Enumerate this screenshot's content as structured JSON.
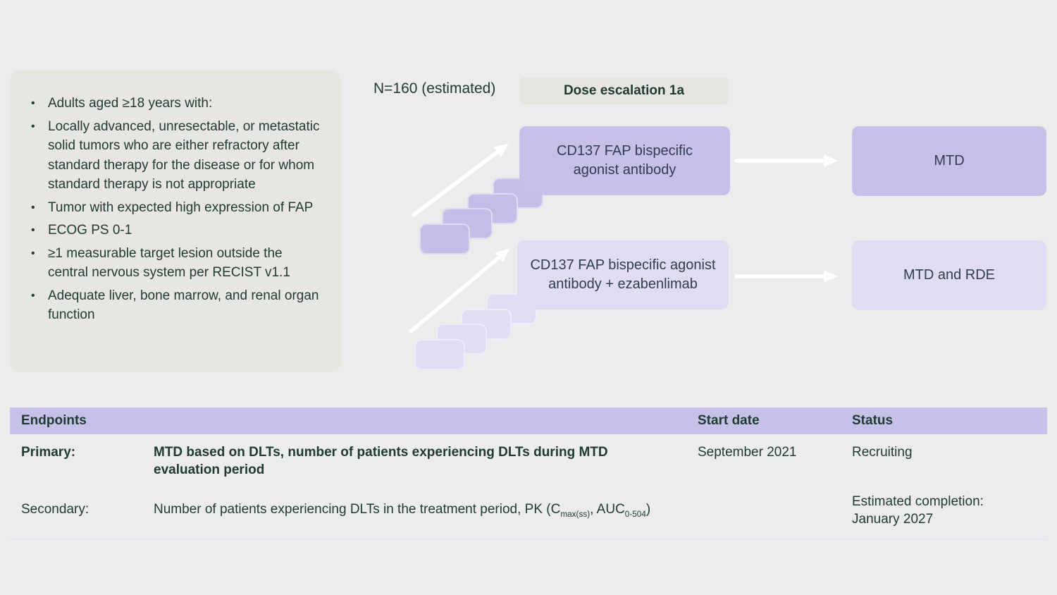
{
  "colors": {
    "page_bg": "#ebeceb",
    "panel_bg": "#e7e6e0",
    "chip_bg": "#e6e5df",
    "purple_medium": "#c6c0e9",
    "purple_light": "#e0ddf3",
    "step_medium": "#c4bde7",
    "step_light": "#e0def4",
    "table_header_bg": "#c6c1e9",
    "text_green": "#1f3a33",
    "text_slate": "#303c50",
    "arrow": "#ffffff"
  },
  "eligibility": {
    "items": [
      "Adults aged ≥18 years with:",
      "Locally advanced, unresectable, or metastatic solid tumors who are either refractory after standard therapy for the disease or for whom standard therapy is not appropriate",
      "Tumor with expected high expression of FAP",
      "ECOG PS 0-1",
      "≥1 measurable target lesion outside the central nervous system per RECIST v1.1",
      "Adequate liver, bone marrow, and renal organ function"
    ],
    "bullet": "•"
  },
  "flow": {
    "n_label": "N=160 (estimated)",
    "phase_label": "Dose escalation 1a",
    "arm1": {
      "treatment_line1": "CD137 FAP bispecific",
      "treatment_line2": "agonist antibody",
      "outcome": "MTD"
    },
    "arm2": {
      "treatment_line1": "CD137 FAP bispecific agonist",
      "treatment_line2": "antibody + ezabenlimab",
      "outcome": "MTD and RDE"
    }
  },
  "table": {
    "headers": {
      "endpoints": "Endpoints",
      "start_date": "Start date",
      "status": "Status"
    },
    "primary": {
      "label": "Primary:",
      "desc_line1": "MTD based on DLTs, number of patients experiencing DLTs during MTD",
      "desc_line2": "evaluation period",
      "start_date": "September 2021",
      "status": "Recruiting"
    },
    "secondary": {
      "label": "Secondary:",
      "desc_pre": "Number of patients experiencing DLTs in the treatment period, PK (C",
      "desc_sub1": "max(ss)",
      "desc_mid": ", AUC",
      "desc_sub2": "0-504",
      "desc_post": ")",
      "status_line1": "Estimated completion:",
      "status_line2": "January 2027"
    }
  }
}
